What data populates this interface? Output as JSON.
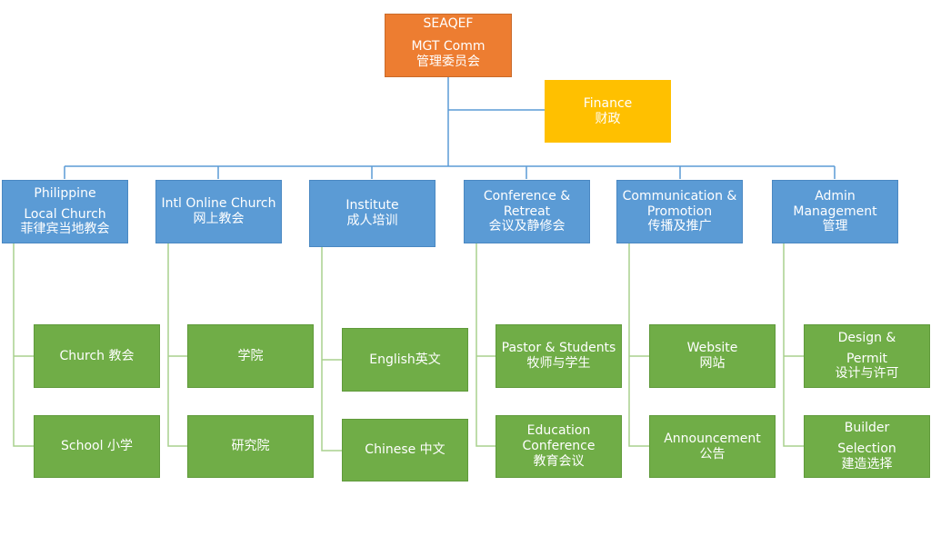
{
  "top": {
    "line1": "SEAQEF",
    "line2": "MGT Comm",
    "line3": "管理委员会"
  },
  "finance": {
    "line1": "Finance",
    "line2": "财政"
  },
  "colors": {
    "lines": "#5B9BD5",
    "leaf_lines": "#A9D18E",
    "top": "#ED7D31",
    "finance": "#FFC000",
    "dept": "#5B9BD5",
    "leaf": "#70AD47"
  },
  "departments": [
    {
      "l1": "Philippine",
      "l2": "Local Church",
      "l3": "菲律宾当地教会",
      "children": [
        {
          "l1": "Church 教会"
        },
        {
          "l1": "School 小学"
        }
      ]
    },
    {
      "l1": "Intl Online Church",
      "l2": "网上教会",
      "children": [
        {
          "l1": "学院"
        },
        {
          "l1": "研究院"
        }
      ]
    },
    {
      "l1": "Institute",
      "l2": "成人培训",
      "children": [
        {
          "l1": "English英文"
        },
        {
          "l1": "Chinese 中文"
        }
      ]
    },
    {
      "l1": "Conference &",
      "l2": "Retreat",
      "l3": "会议及静修会",
      "children": [
        {
          "l1": "Pastor & Students",
          "l2": "牧师与学生"
        },
        {
          "l1": "Education",
          "l2": "Conference",
          "l3": "教育会议"
        }
      ]
    },
    {
      "l1": "Communication &",
      "l2": "Promotion",
      "l3": "传播及推广",
      "children": [
        {
          "l1": "Website",
          "l2": "网站"
        },
        {
          "l1": "Announcement",
          "l2": "公告"
        }
      ]
    },
    {
      "l1": "Admin",
      "l2": "Management",
      "l3": "管理",
      "children": [
        {
          "l1": "Design &",
          "l2": "Permit",
          "l3": "设计与许可"
        },
        {
          "l1": "Builder",
          "l2": "Selection",
          "l3": "建造选择"
        }
      ]
    }
  ]
}
